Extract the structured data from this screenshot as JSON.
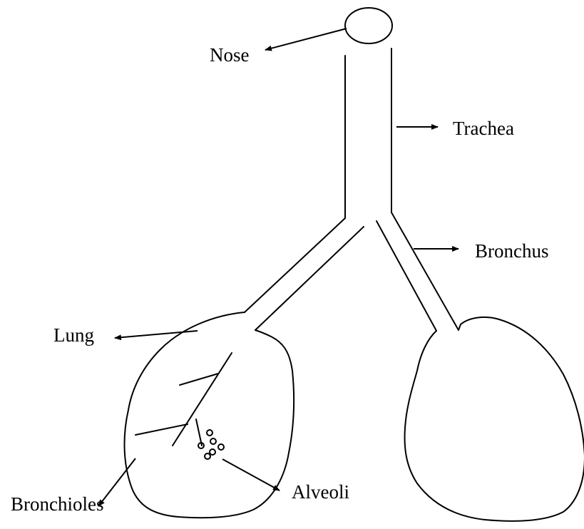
{
  "labels": {
    "nose": "Nose",
    "trachea": "Trachea",
    "bronchus": "Bronchus",
    "lung": "Lung",
    "bronchioles": "Bronchioles",
    "alveoli": "Alveoli"
  }
}
